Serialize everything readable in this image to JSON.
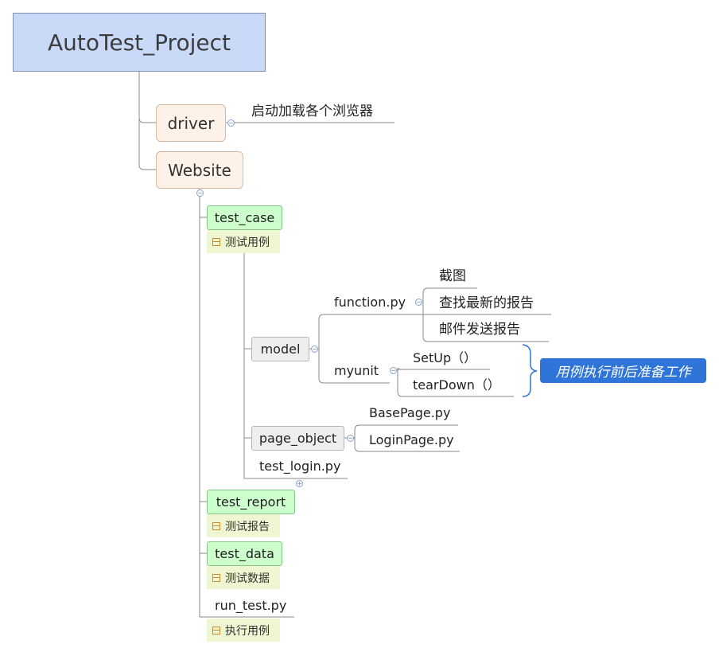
{
  "root": {
    "label": "AutoTest_Project"
  },
  "driver": {
    "label": "driver",
    "child": "启动加载各个浏览器"
  },
  "website": {
    "label": "Website"
  },
  "test_case": {
    "label": "test_case",
    "note": "测试用例"
  },
  "model": {
    "label": "model"
  },
  "function_py": {
    "label": "function.py",
    "items": [
      "截图",
      "查找最新的报告",
      "邮件发送报告"
    ]
  },
  "myunit": {
    "label": "myunit",
    "items": [
      "SetUp（）",
      "tearDown（）"
    ]
  },
  "callout": {
    "label": "用例执行前后准备工作"
  },
  "page_object": {
    "label": "page_object",
    "items": [
      "BasePage.py",
      "LoginPage.py"
    ]
  },
  "test_login": {
    "label": "test_login.py"
  },
  "test_report": {
    "label": "test_report",
    "note": "测试报告"
  },
  "test_data": {
    "label": "test_data",
    "note": "测试数据"
  },
  "run_test": {
    "label": "run_test.py",
    "note": "执行用例"
  },
  "colors": {
    "root_fill": "#c9daf8",
    "level1_fill": "#fdf1e8",
    "folder_fill": "#ccffcc",
    "module_fill": "#eeeeee",
    "note_fill": "#eef6d2",
    "callout_fill": "#2f74d8",
    "line": "#888888",
    "brace": "#2f74d8"
  },
  "icons": {
    "note": "note-icon",
    "collapse": "collapse-icon",
    "expand": "expand-icon"
  }
}
